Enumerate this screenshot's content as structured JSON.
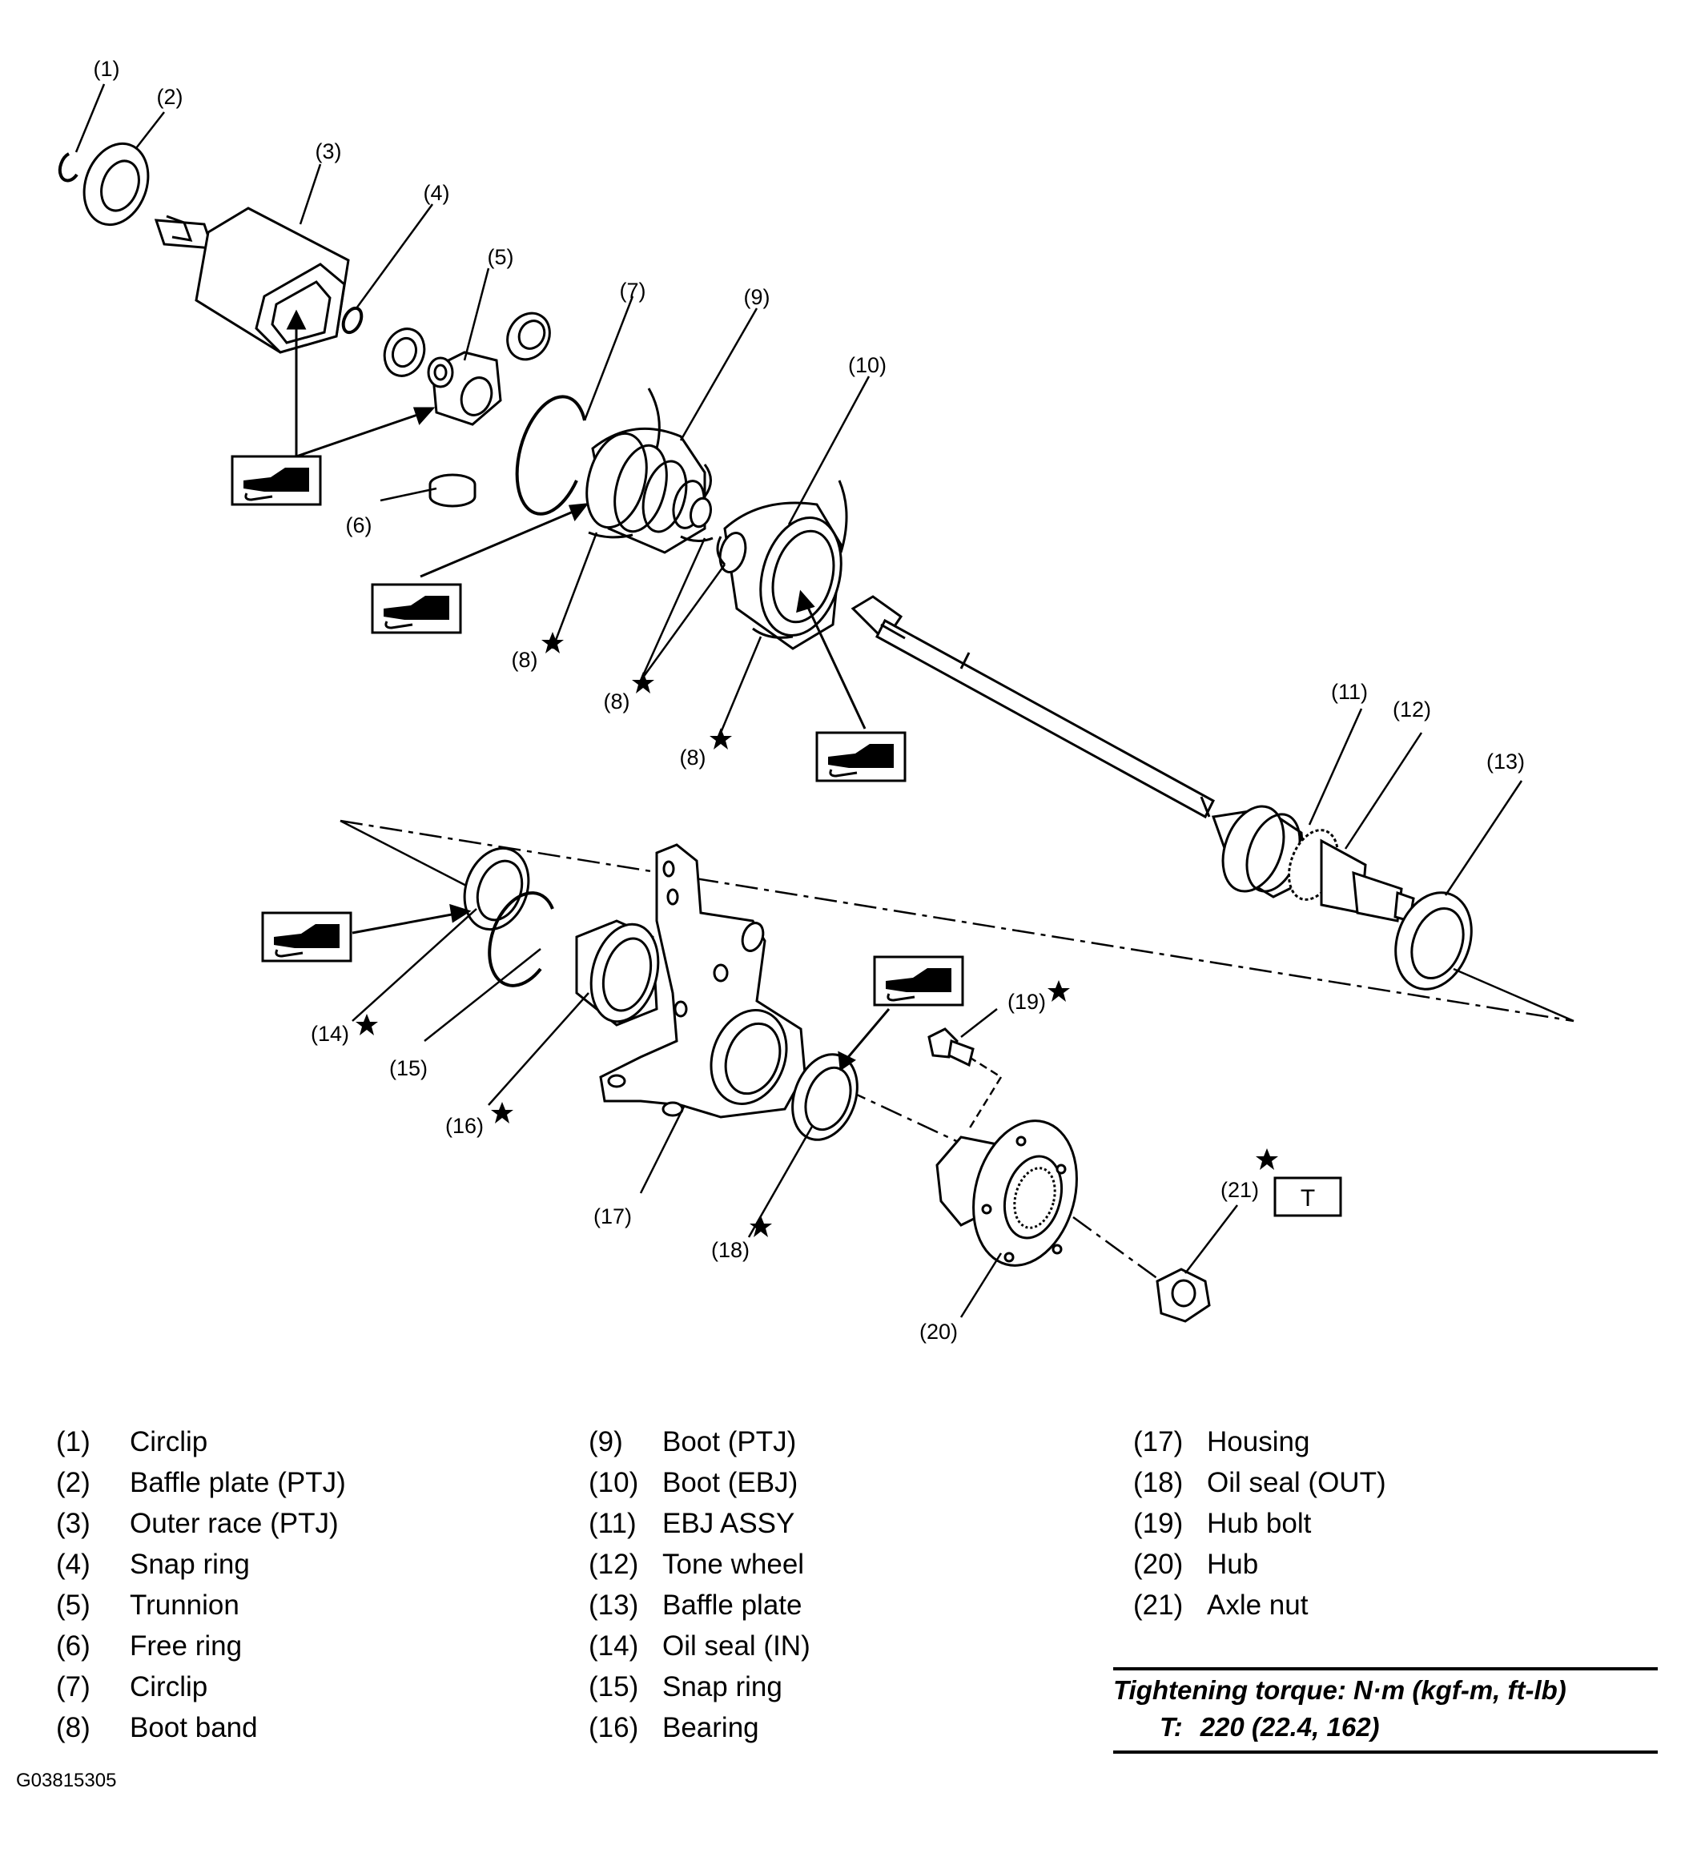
{
  "callouts": {
    "c1": "(1)",
    "c2": "(2)",
    "c3": "(3)",
    "c4": "(4)",
    "c5": "(5)",
    "c6": "(6)",
    "c7": "(7)",
    "c8a": "(8)",
    "c8b": "(8)",
    "c8c": "(8)",
    "c9": "(9)",
    "c10": "(10)",
    "c11": "(11)",
    "c12": "(12)",
    "c13": "(13)",
    "c14": "(14)",
    "c15": "(15)",
    "c16": "(16)",
    "c17": "(17)",
    "c18": "(18)",
    "c19": "(19)",
    "c20": "(20)",
    "c21": "(21)"
  },
  "torque_box_label": "T",
  "legend": {
    "col1": [
      {
        "num": "(1)",
        "label": "Circlip"
      },
      {
        "num": "(2)",
        "label": "Baffle plate (PTJ)"
      },
      {
        "num": "(3)",
        "label": "Outer race (PTJ)"
      },
      {
        "num": "(4)",
        "label": "Snap ring"
      },
      {
        "num": "(5)",
        "label": "Trunnion"
      },
      {
        "num": "(6)",
        "label": "Free ring"
      },
      {
        "num": "(7)",
        "label": "Circlip"
      },
      {
        "num": "(8)",
        "label": "Boot band"
      }
    ],
    "col2": [
      {
        "num": "(9)",
        "label": "Boot (PTJ)"
      },
      {
        "num": "(10)",
        "label": "Boot (EBJ)"
      },
      {
        "num": "(11)",
        "label": "EBJ ASSY"
      },
      {
        "num": "(12)",
        "label": "Tone wheel"
      },
      {
        "num": "(13)",
        "label": "Baffle plate"
      },
      {
        "num": "(14)",
        "label": "Oil seal (IN)"
      },
      {
        "num": "(15)",
        "label": "Snap ring"
      },
      {
        "num": "(16)",
        "label": "Bearing"
      }
    ],
    "col3": [
      {
        "num": "(17)",
        "label": "Housing"
      },
      {
        "num": "(18)",
        "label": "Oil seal (OUT)"
      },
      {
        "num": "(19)",
        "label": "Hub bolt"
      },
      {
        "num": "(20)",
        "label": "Hub"
      },
      {
        "num": "(21)",
        "label": "Axle nut"
      }
    ]
  },
  "torque": {
    "title": "Tightening torque: N·m (kgf-m, ft-lb)",
    "key": "T:",
    "value": "220 (22.4, 162)"
  },
  "figure_id": "G03815305"
}
